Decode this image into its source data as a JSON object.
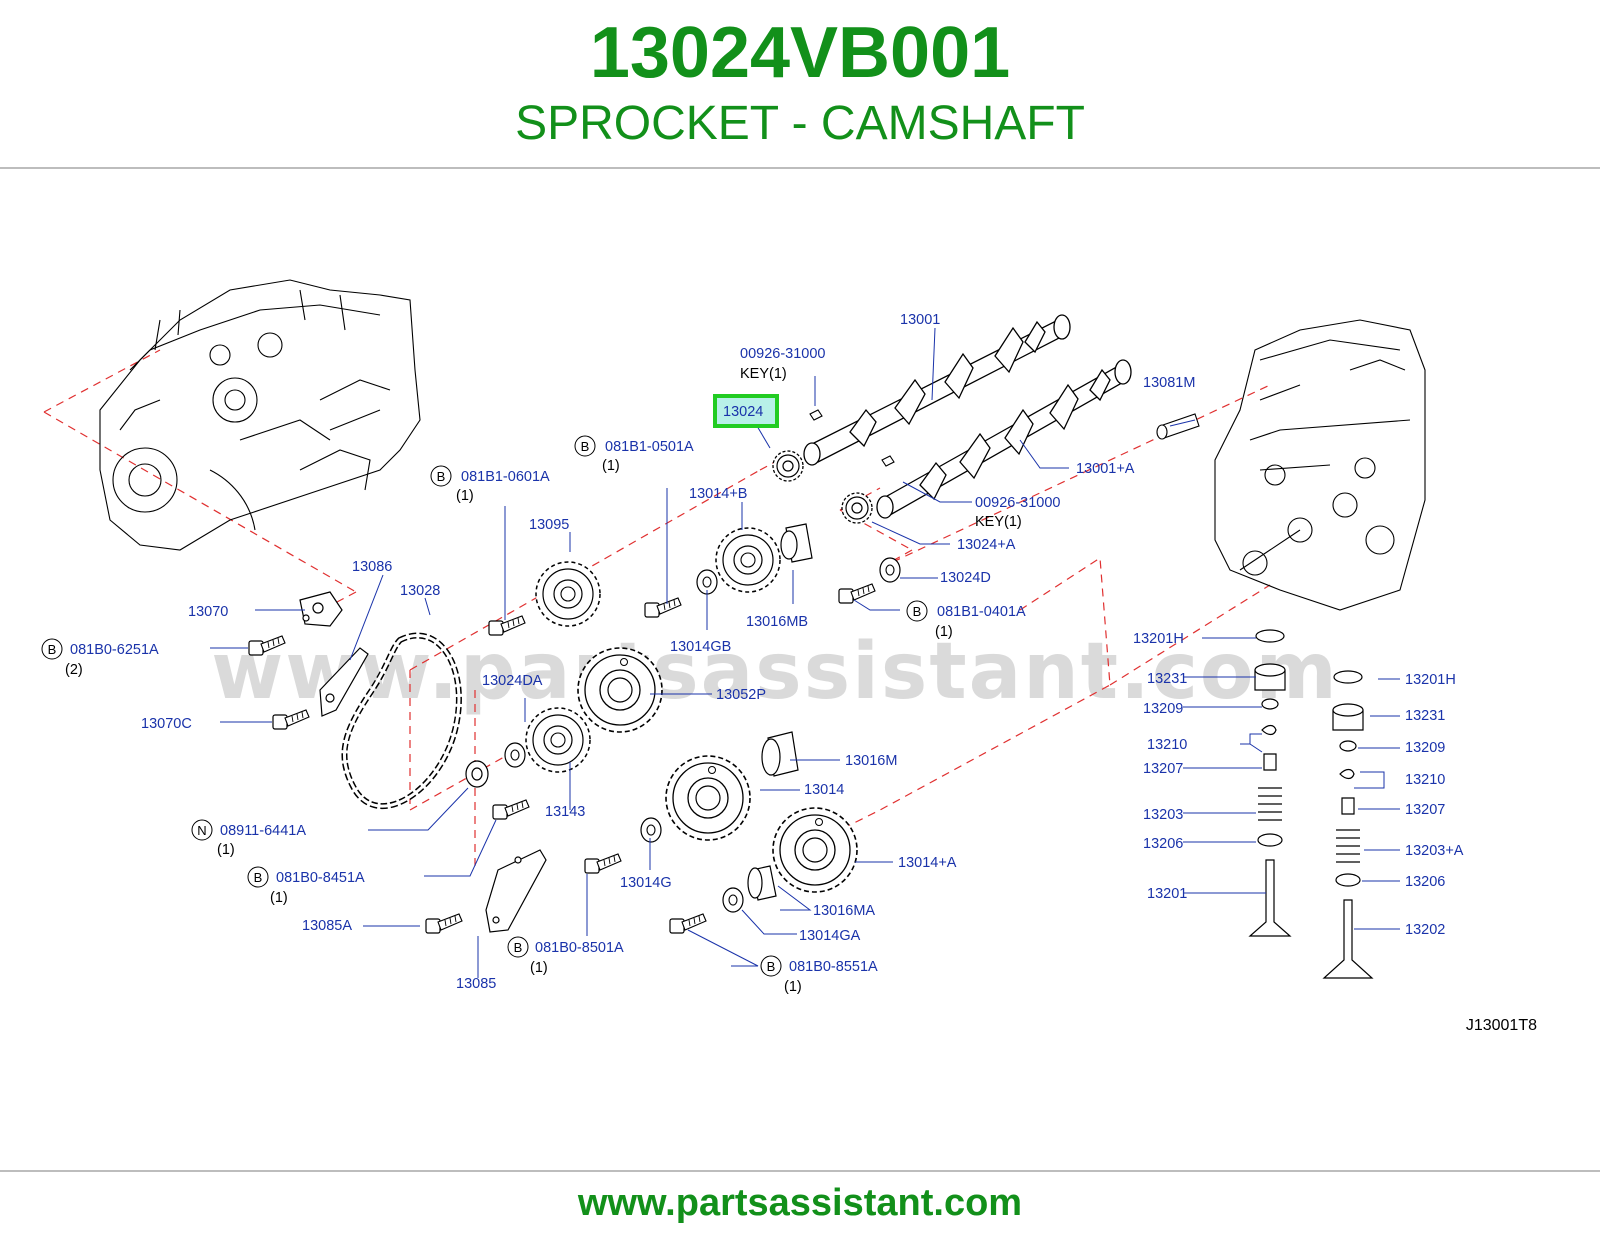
{
  "header": {
    "part_number": "13024VB001",
    "part_name": "SPROCKET - CAMSHAFT"
  },
  "footer": {
    "url": "www.partsassistant.com"
  },
  "diagram": {
    "watermark": "www.partsassistant.com",
    "drawing_code": "J13001T8",
    "highlighted_part": "13024",
    "colors": {
      "brand_green": "#12901a",
      "label_blue": "#1a33aa",
      "highlight": "#22cc22",
      "dashed_red": "#e03030"
    },
    "labels": {
      "p13001": "13001",
      "p00926_top": "00926-31000",
      "key_top": "KEY(1)",
      "p13024": "13024",
      "b081b1_0501a": "081B1-0501A",
      "q0501a": "(1)",
      "b081b1_0601a": "081B1-0601A",
      "q0601a": "(1)",
      "p13014b": "13014+B",
      "p13095": "13095",
      "p13086": "13086",
      "p13028": "13028",
      "p13070": "13070",
      "b081b0_6251a": "081B0-6251A",
      "q6251a": "(2)",
      "p13070c": "13070C",
      "p13024da": "13024DA",
      "p13014gb": "13014GB",
      "p13016mb": "13016MB",
      "p13052p": "13052P",
      "p13143": "13143",
      "n08911": "08911-6441A",
      "q08911": "(1)",
      "b081b0_8451a": "081B0-8451A",
      "q8451a": "(1)",
      "p13085a": "13085A",
      "p13085": "13085",
      "b081b0_8501a": "081B0-8501A",
      "q8501a": "(1)",
      "p13014g": "13014G",
      "p13016m": "13016M",
      "p13014": "13014",
      "p13014a": "13014+A",
      "p13016ma": "13016MA",
      "p13014ga": "13014GA",
      "b081b0_8551a": "081B0-8551A",
      "q8551a": "(1)",
      "p13081m": "13081M",
      "p13001a": "13001+A",
      "p00926_bot": "00926-31000",
      "key_bot": "KEY(1)",
      "p13024a": "13024+A",
      "p13024d": "13024D",
      "b081b1_0401a": "081B1-0401A",
      "q0401a": "(1)",
      "p13201h_l": "13201H",
      "p13231_l": "13231",
      "p13209_l": "13209",
      "p13210_l": "13210",
      "p13207_l": "13207",
      "p13203_l": "13203",
      "p13206_l": "13206",
      "p13201_l": "13201",
      "p13201h_r": "13201H",
      "p13231_r": "13231",
      "p13209_r": "13209",
      "p13210_r": "13210",
      "p13207_r": "13207",
      "p13203a_r": "13203+A",
      "p13206_r": "13206",
      "p13202_r": "13202",
      "sym_b": "B",
      "sym_n": "N"
    }
  }
}
